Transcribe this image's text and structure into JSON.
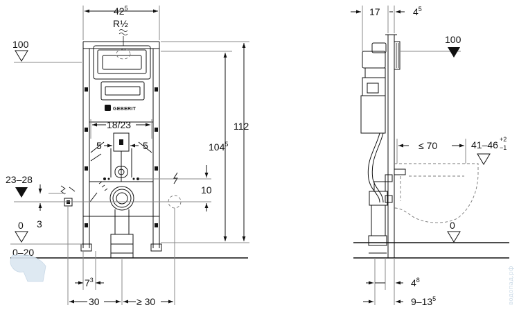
{
  "front_view": {
    "width_top": {
      "base": "42",
      "sup": "5"
    },
    "supply_connection": "R½",
    "level_left": "100",
    "height_inner": {
      "base": "104",
      "sup": "5"
    },
    "height_total": "112",
    "bracket_spacing": "18/23",
    "offset_left": "5",
    "offset_right": "5",
    "level_pipe": "23–28",
    "pipe_drop": "3",
    "flush_gap": "10",
    "floor_level": "0",
    "floor_range": "0–20",
    "bottom_offset": {
      "base": "7",
      "sup": "3"
    },
    "bottom_left": "30",
    "bottom_right": "≥ 30",
    "brand": "GEBERIT"
  },
  "side_view": {
    "depth_top": "17",
    "top_right": {
      "base": "4",
      "sup": "5"
    },
    "level_top": "100",
    "depth_max": "≤ 70",
    "bowl_height": {
      "base": "41–46",
      "sup_plus": "+2",
      "sub_minus": "−1"
    },
    "floor_level": "0",
    "bottom_offset": {
      "base": "4",
      "sup": "8"
    },
    "bottom_range": {
      "base": "9–13",
      "sup": "5"
    }
  },
  "watermark": "водопад.рф"
}
